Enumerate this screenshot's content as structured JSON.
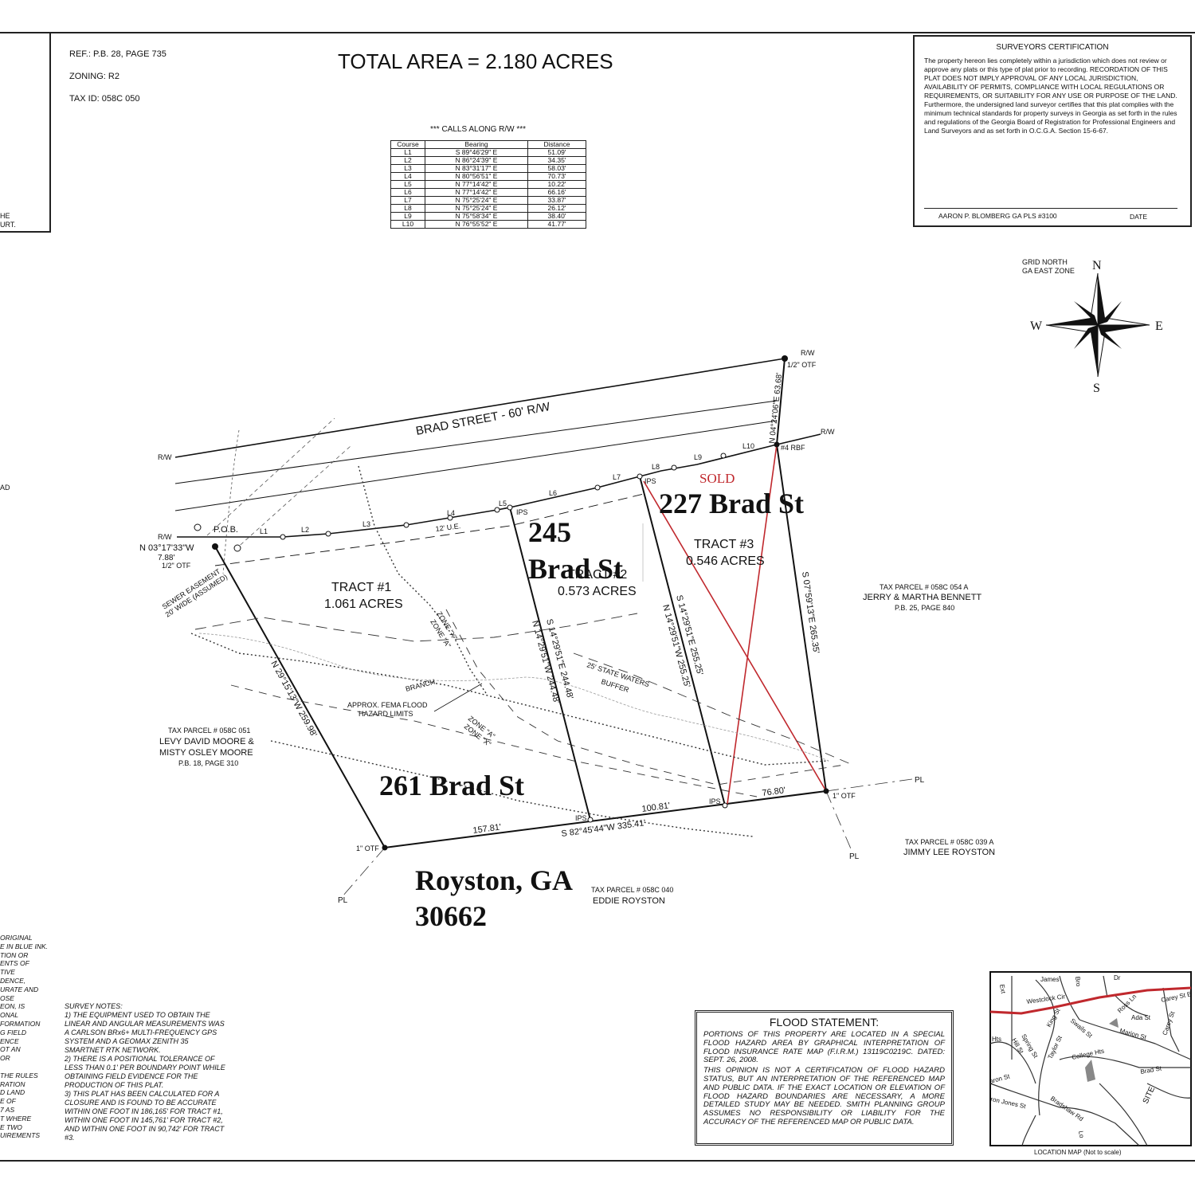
{
  "header": {
    "ref": "REF.: P.B. 28, PAGE 735",
    "zoning": "ZONING: R2",
    "tax_id": "TAX ID: 058C 050",
    "total_area": "TOTAL AREA = 2.180 ACRES",
    "left_frag_1": "HE",
    "left_frag_2": "URT.",
    "left_frag_3": "AD"
  },
  "calls_table": {
    "title": "*** CALLS ALONG R/W ***",
    "columns": [
      "Course",
      "Bearing",
      "Distance"
    ],
    "rows": [
      [
        "L1",
        "S 89°46'29\" E",
        "51.09'"
      ],
      [
        "L2",
        "N 86°24'39\" E",
        "34.35'"
      ],
      [
        "L3",
        "N 83°31'17\" E",
        "58.03'"
      ],
      [
        "L4",
        "N 80°56'51\" E",
        "70.73'"
      ],
      [
        "L5",
        "N 77°14'42\" E",
        "10.22'"
      ],
      [
        "L6",
        "N 77°14'42\" E",
        "66.16'"
      ],
      [
        "L7",
        "N 75°25'24\" E",
        "33.87'"
      ],
      [
        "L8",
        "N 75°25'24\" E",
        "26.12'"
      ],
      [
        "L9",
        "N 75°58'34\" E",
        "38.40'"
      ],
      [
        "L10",
        "N 76°55'52\" E",
        "41.77'"
      ]
    ]
  },
  "certification": {
    "title": "SURVEYORS CERTIFICATION",
    "body": "The property hereon lies completely within a jurisdiction which does not review or approve any plats or this type of plat prior to recording. RECORDATION OF THIS PLAT DOES NOT IMPLY APPROVAL OF ANY LOCAL JURISDICTION, AVAILABILITY OF PERMITS, COMPLIANCE WITH LOCAL REGULATIONS OR REQUIREMENTS, OR SUITABILITY FOR ANY USE OR PURPOSE OF THE LAND. Furthermore, the undersigned land surveyor certifies that this plat complies with the minimum technical standards for property surveys in Georgia as set forth in the rules and regulations of the Georgia Board of Registration for Professional Engineers and Land Surveyors and as set forth in O.C.G.A. Section 15-6-67.",
    "signer": "AARON P. BLOMBERG  GA PLS #3100",
    "date_label": "DATE"
  },
  "north": {
    "label1": "GRID NORTH",
    "label2": "GA EAST ZONE",
    "n": "N",
    "s": "S",
    "e": "E",
    "w": "W"
  },
  "plat": {
    "street": "BRAD STREET - 60' R/W",
    "rw": "R/W",
    "pob": "P.O.B.",
    "pob_bearing": "N 03°17'33\"W",
    "pob_dist": "7.88'",
    "pob_otf": "1/2\" OTF",
    "ne_otf": "1/2\" OTF",
    "ne_bearing": "N 04°24'06\"E 63.68'",
    "rbf": "#4 RBF",
    "ips": "IPS",
    "otf_1": "1\" OTF",
    "ue": "12' U.E.",
    "sewer1": "SEWER EASEMENT",
    "sewer2": "20' WIDE (ASSUMED)",
    "line_labels": [
      "L1",
      "L2",
      "L3",
      "L4",
      "L5",
      "L6",
      "L7",
      "L8",
      "L9",
      "L10"
    ],
    "tract1_name": "TRACT #1",
    "tract1_area": "1.061 ACRES",
    "tract2_name": "TRACT #2",
    "tract2_area": "0.573 ACRES",
    "tract3_name": "TRACT #3",
    "tract3_area": "0.546 ACRES",
    "sold": "SOLD",
    "addr_227": "227 Brad St",
    "addr_245a": "245",
    "addr_245b": "Brad St",
    "addr_261": "261 Brad St",
    "city": "Royston, GA",
    "zip": "30662",
    "w_bearing": "N 29°15'13\"W 259.98'",
    "t1t2_bearing": "N 14°29'51\"W 244.48'",
    "t1t2_bearing2": "S 14°29'51\"E 244.48'",
    "t2t3_bearing": "N 14°29'51\"W 255.25'",
    "t2t3_bearing2": "S 14°29'51\"E 255.25'",
    "e_bearing": "S 07°59'13\"E 265.35'",
    "s_bearing": "S 82°45'44\"W 335.41'",
    "s_dist1": "157.81'",
    "s_dist2": "100.81'",
    "s_dist3": "76.80'",
    "zone_x": "ZONE \"X\"",
    "zone_a": "ZONE \"A\"",
    "branch": "BRANCH",
    "fema1": "APPROX. FEMA FLOOD",
    "fema2": "HAZARD LIMITS",
    "buffer1": "25' STATE WATERS",
    "buffer2": "BUFFER",
    "pl": "P̶L"
  },
  "parcels": {
    "p051": [
      "TAX PARCEL # 058C 051",
      "LEVY DAVID MOORE &",
      "MISTY OSLEY MOORE",
      "P.B. 18, PAGE 310"
    ],
    "p054a": [
      "TAX PARCEL # 058C 054 A",
      "JERRY & MARTHA BENNETT",
      "P.B. 25, PAGE 840"
    ],
    "p039a": [
      "TAX PARCEL # 058C 039 A",
      "JIMMY LEE ROYSTON"
    ],
    "p040": [
      "TAX PARCEL # 058C 040",
      "EDDIE ROYSTON"
    ]
  },
  "survey_notes": {
    "title": "SURVEY NOTES:",
    "n1": "1) THE EQUIPMENT USED TO OBTAIN THE LINEAR AND ANGULAR MEASUREMENTS WAS A CARLSON BRx6+ MULTI-FREQUENCY GPS SYSTEM AND A GEOMAX ZENITH 35 SMARTNET RTK NETWORK.",
    "n2": "2) THERE IS A POSITIONAL TOLERANCE OF LESS THAN 0.1' PER BOUNDARY POINT WHILE OBTAINING FIELD EVIDENCE FOR THE PRODUCTION OF THIS PLAT.",
    "n3": "3) THIS PLAT HAS BEEN CALCULATED FOR A CLOSURE AND IS FOUND TO BE ACCURATE WITHIN ONE FOOT IN 186,165' FOR TRACT #1, WITHIN ONE FOOT IN 145,761' FOR TRACT #2, AND WITHIN ONE FOOT IN 90,742' FOR TRACT #3."
  },
  "left_notes": [
    "ORIGINAL",
    "E IN BLUE INK.",
    "TION OR",
    "ENTS OF",
    "TIVE",
    "DENCE,",
    "URATE AND",
    "OSE",
    "EON, IS",
    "ONAL",
    "FORMATION",
    "G FIELD",
    "ENCE",
    "OT AN",
    "OR",
    "",
    "THE RULES",
    "RATION",
    "D LAND",
    "E OF",
    "7 AS",
    "T WHERE",
    "E TWO",
    "UIREMENTS"
  ],
  "flood": {
    "title": "FLOOD  STATEMENT:",
    "p1": "PORTIONS OF THIS PROPERTY ARE LOCATED IN A SPECIAL FLOOD HAZARD AREA BY GRAPHICAL INTERPRETATION OF FLOOD INSURANCE RATE MAP (F.I.R.M.) 13119C0219C. DATED: SEPT. 26, 2008.",
    "p2": "THIS OPINION IS NOT A CERTIFICATION OF FLOOD HAZARD STATUS, BUT AN INTERPRETATION OF THE REFERENCED MAP AND PUBLIC DATA.  IF THE EXACT LOCATION OR ELEVATION OF FLOOD HAZARD BOUNDARIES ARE NECESSARY, A MORE DETAILED STUDY MAY BE NEEDED. SMITH PLANNING GROUP ASSUMES NO RESPONSIBILITY OR LIABILITY FOR THE ACCURACY OF THE REFERENCED MAP OR PUBLIC DATA."
  },
  "location_map": {
    "caption": "LOCATION MAP (Not to scale)",
    "streets": [
      "Ext",
      "James",
      "Bro",
      "Dr",
      "Westclock Cir",
      "King St",
      "Swails St",
      "Ross Ln",
      "Ada St",
      "Carey St",
      "Carey St E",
      "Marion St",
      "Spring St",
      "Taylor St",
      "Hts",
      "Hill St",
      "College Hts",
      "Brad St",
      "aron St",
      "ron Jones St",
      "Bradshaw Rd",
      "SITE",
      "Lo"
    ]
  },
  "colors": {
    "red": "#c0282d",
    "line": "#111111"
  }
}
